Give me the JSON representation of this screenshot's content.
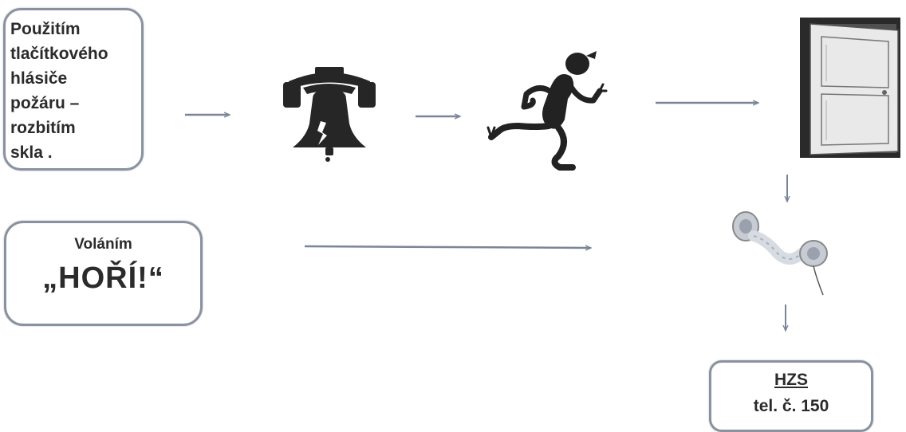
{
  "nodes": {
    "button_alarm": {
      "lines": [
        "Použitím",
        "tlačítkového",
        "hlásiče",
        "požáru –",
        "rozbitím",
        "skla ."
      ]
    },
    "shout": {
      "line1": "Voláním",
      "line2": "„HOŘÍ!“"
    },
    "hzs": {
      "line1": "HZS",
      "line2": "tel. č. 150"
    }
  },
  "icons": [
    "bell-telephone-icon",
    "running-person-icon",
    "open-door-icon",
    "telephone-handset-icon"
  ],
  "colors": {
    "box_border": "#8a92a0",
    "arrow": "#7a8698",
    "text": "#2b2b2b"
  }
}
